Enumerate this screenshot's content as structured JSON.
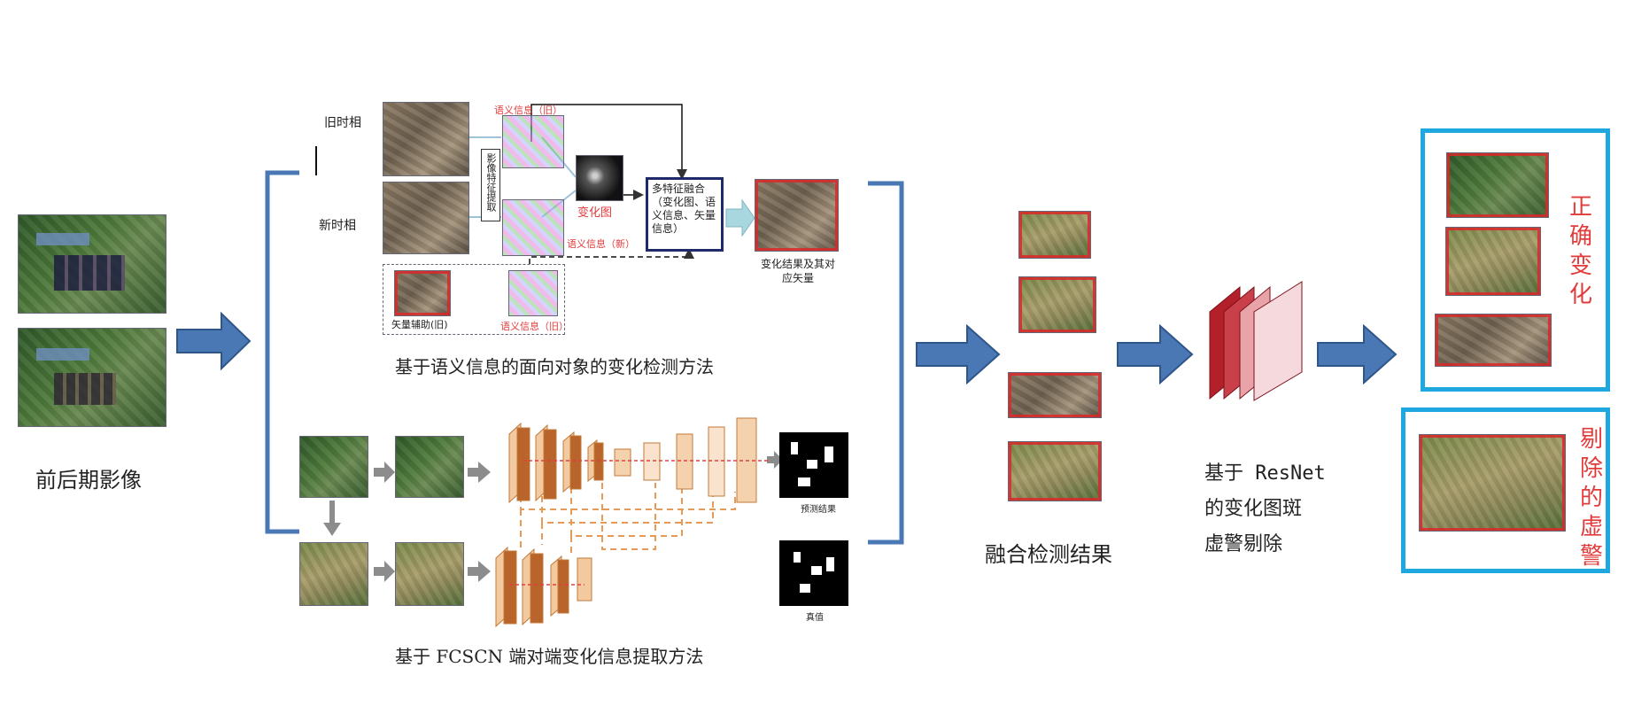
{
  "left": {
    "caption": "前后期影像"
  },
  "upper": {
    "label_old": "旧时相",
    "label_new": "新时相",
    "feature_extract": "影像特征提取",
    "semantic_old": "语义信息（旧）",
    "semantic_new": "语义信息（新）",
    "change_map": "变化图",
    "fusion_box": "多特征融合（变化图、语义信息、矢量信息）",
    "vector_aux": "矢量辅助(旧)",
    "semantic_old2": "语义信息（旧）",
    "result_caption": "变化结果及其对应矢量",
    "method_title": "基于语义信息的面向对象的变化检测方法"
  },
  "lower": {
    "pred_label": "预测结果",
    "truth_label": "真值",
    "method_title": "基于 FCSCN 端对端变化信息提取方法"
  },
  "fusion": {
    "caption": "融合检测结果"
  },
  "resnet": {
    "line1": "基于 ResNet",
    "line2": "的变化图斑",
    "line3": "虚警剔除"
  },
  "right": {
    "correct_label": [
      "正",
      "确",
      "变",
      "化"
    ],
    "false_label": [
      "剔",
      "除",
      "的",
      "虚",
      "警"
    ]
  },
  "colors": {
    "arrow": "#4a78b5",
    "panel": "#1fa8e0",
    "red": "#e23b3b",
    "bracket": "#4a78b5"
  }
}
